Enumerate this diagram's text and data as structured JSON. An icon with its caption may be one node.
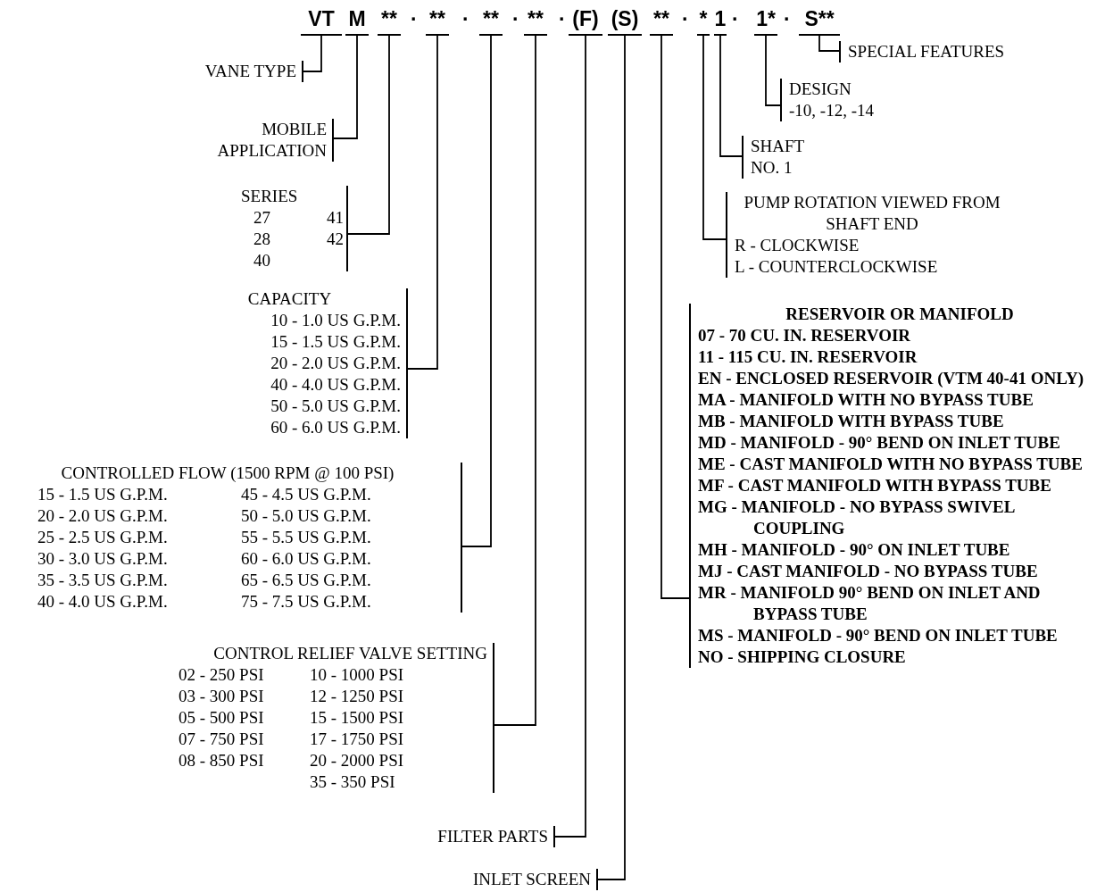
{
  "diagram": {
    "nodes": [
      {
        "text": [
          "VT"
        ]
      },
      {
        "text": [
          "M"
        ]
      },
      {
        "text": [
          "**"
        ]
      },
      {
        "text": [
          "**"
        ]
      },
      {
        "text": [
          "**"
        ]
      },
      {
        "text": [
          "**"
        ]
      },
      {
        "text": [
          "(F)"
        ]
      },
      {
        "text": [
          "(S)"
        ]
      },
      {
        "text": [
          "**"
        ]
      },
      {
        "text": [
          "*"
        ]
      },
      {
        "text": [
          "1"
        ]
      },
      {
        "text": [
          "1*"
        ]
      },
      {
        "text": [
          "S**"
        ]
      },
      {
        "text": [
          "VANE TYPE"
        ]
      },
      {
        "text": [
          "MOBILE APPLICATION"
        ]
      },
      {
        "text": [
          "SERIES",
          "27",
          "41",
          "28",
          "42",
          "40"
        ]
      },
      {
        "text": [
          "CAPACITY",
          "10 - 1.0 US G.P.M.",
          "15 - 1.5 US G.P.M.",
          "20 - 2.0 US G.P.M.",
          "40 - 4.0 US G.P.M.",
          "50 - 5.0 US G.P.M.",
          "60 - 6.0 US G.P.M."
        ]
      },
      {
        "text": [
          "CONTROLLED FLOW (1500 RPM @ 100 PSI)",
          "15 - 1.5 US G.P.M.",
          "45 - 4.5 US G.P.M.",
          "20 - 2.0 US G.P.M.",
          "50 - 5.0 US G.P.M.",
          "25 - 2.5 US G.P.M.",
          "55 - 5.5 US G.P.M.",
          "30 - 3.0 US G.P.M.",
          "60 - 6.0 US G.P.M.",
          "35 - 3.5 US G.P.M.",
          "65 - 6.5 US G.P.M.",
          "40 - 4.0 US G.P.M.",
          "75 - 7.5 US G.P.M."
        ]
      },
      {
        "text": [
          "CONTROL RELIEF VALVE SETTING",
          "02 - 250 PSI",
          "10 - 1000 PSI",
          "03 - 300 PSI",
          "12 - 1250 PSI",
          "05 - 500 PSI",
          "15 - 1500 PSI",
          "07 - 750 PSI",
          "17 - 1750 PSI",
          "08 - 850 PSI",
          "20 - 2000 PSI",
          "35 - 350 PSI"
        ]
      },
      {
        "text": [
          "FILTER PARTS"
        ]
      },
      {
        "text": [
          "INLET SCREEN"
        ]
      },
      {
        "text": [
          "SPECIAL FEATURES"
        ]
      },
      {
        "text": [
          "DESIGN",
          "-10, -12, -14"
        ]
      },
      {
        "text": [
          "SHAFT",
          "NO. 1"
        ]
      },
      {
        "text": [
          "PUMP ROTATION VIEWED FROM SHAFT END",
          "R - CLOCKWISE",
          "L - COUNTERCLOCKWISE"
        ]
      },
      {
        "text": [
          "RESERVOIR OR MANIFOLD",
          "07 - 70 CU. IN. RESERVOIR",
          "11 - 115 CU. IN. RESERVOIR",
          "EN - ENCLOSED RESERVOIR (VTM 40-41 ONLY)",
          "MA - MANIFOLD WITH NO BYPASS TUBE",
          "MB - MANIFOLD WITH BYPASS TUBE",
          "MD - MANIFOLD - 90° BEND ON INLET TUBE",
          "ME - CAST MANIFOLD WITH NO BYPASS TUBE",
          "MF - CAST MANIFOLD WITH BYPASS TUBE",
          "MG - MANIFOLD - NO BYPASS SWIVEL COUPLING",
          "MH - MANIFOLD - 90° ON INLET TUBE",
          "MJ - CAST MANIFOLD - NO BYPASS TUBE",
          "MR - MANIFOLD 90° BEND ON INLET AND BYPASS TUBE",
          "MS - MANIFOLD - 90° BEND ON INLET TUBE",
          "NO - SHIPPING CLOSURE"
        ]
      }
    ],
    "edges": [
      {
        "from": 0,
        "to": 13,
        "arrow": "none"
      },
      {
        "from": 1,
        "to": 14,
        "arrow": "none"
      },
      {
        "from": 2,
        "to": 15,
        "arrow": "none"
      },
      {
        "from": 3,
        "to": 16,
        "arrow": "none"
      },
      {
        "from": 4,
        "to": 17,
        "arrow": "none"
      },
      {
        "from": 5,
        "to": 18,
        "arrow": "none"
      },
      {
        "from": 6,
        "to": 19,
        "arrow": "none"
      },
      {
        "from": 7,
        "to": 20,
        "arrow": "none"
      },
      {
        "from": 8,
        "to": 25,
        "arrow": "none"
      },
      {
        "from": 9,
        "to": 24,
        "arrow": "none"
      },
      {
        "from": 10,
        "to": 23,
        "arrow": "none"
      },
      {
        "from": 11,
        "to": 22,
        "arrow": "none"
      },
      {
        "from": 12,
        "to": 21,
        "arrow": "none"
      }
    ],
    "labels": [
      "·",
      "·",
      "·",
      "·",
      "·",
      "·",
      "·"
    ]
  }
}
